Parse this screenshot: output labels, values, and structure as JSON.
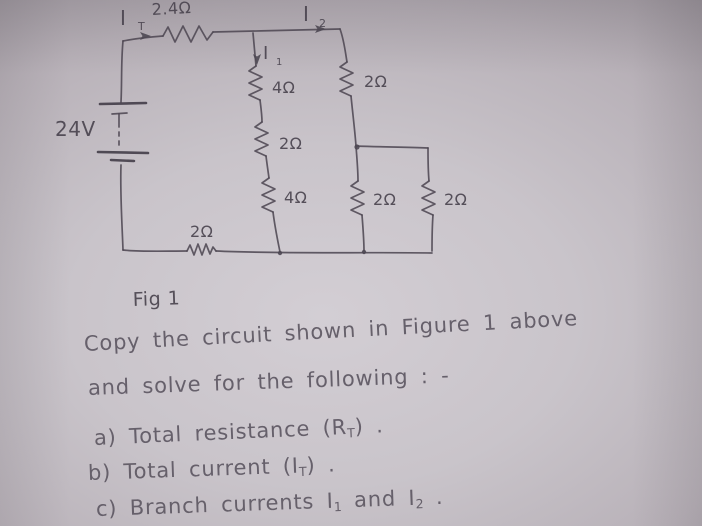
{
  "palette": {
    "paper": "#c9c4ca",
    "pencil": "#4e4853"
  },
  "figure": {
    "caption": "Fig 1",
    "battery_label": "24V",
    "current_it_main": "I",
    "current_it_sub": "T",
    "current_i1_main": "I",
    "current_i1_sub": "1",
    "current_i2_main": "I",
    "current_i2_sub": "2",
    "resistor_top": "2.4Ω",
    "resistor_mid_1": "4Ω",
    "resistor_mid_2": "2Ω",
    "resistor_mid_3": "4Ω",
    "resistor_right": "2Ω",
    "resistor_parallel_left": "2Ω",
    "resistor_parallel_right": "2Ω",
    "resistor_bottom": "2Ω"
  },
  "question": {
    "intro_line_1": "Copy the circuit shown in Figure 1 above",
    "intro_line_2": "and solve for the following : -",
    "items": [
      {
        "label": "a)",
        "pre": "Total resistance (R",
        "sub": "T",
        "post": ") ."
      },
      {
        "label": "b)",
        "pre": "Total current (I",
        "sub": "T",
        "post": ") ."
      },
      {
        "label": "c)",
        "pre": "Branch currents I",
        "sub": "1",
        "mid": " and I",
        "sub2": "2",
        "post": " ."
      }
    ]
  }
}
